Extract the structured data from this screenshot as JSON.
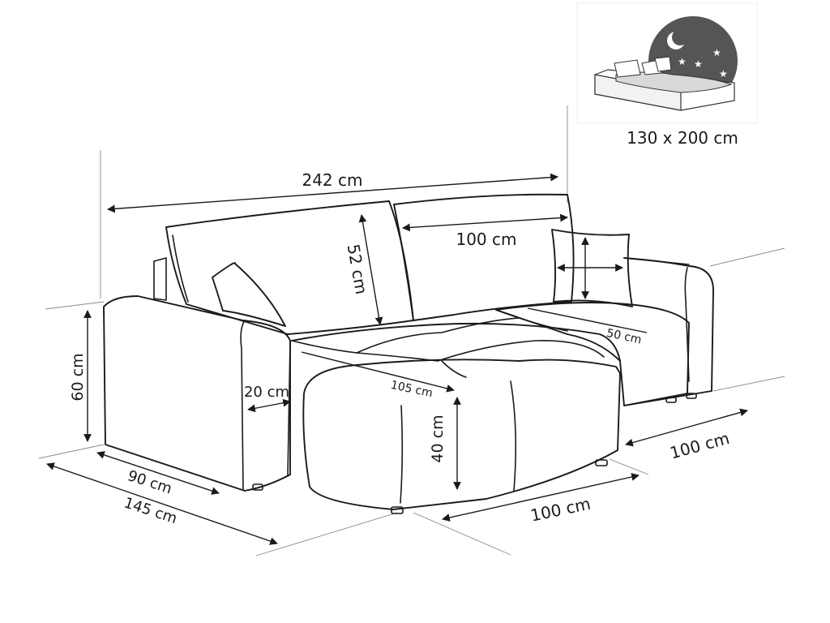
{
  "bed_info": {
    "label": "130 x 200 cm"
  },
  "dimensions": {
    "total_width": "242 cm",
    "back_width": "100 cm",
    "back_height": "52 cm",
    "seat_depth_small": "50 cm",
    "height": "60 cm",
    "armrest_width": "20 cm",
    "chaise_length": "105 cm",
    "seat_height": "40 cm",
    "depth": "90 cm",
    "chaise_depth": "145 cm",
    "chaise_width": "100 cm",
    "sofa_depth": "100 cm"
  },
  "colors": {
    "line": "#1a1a1a",
    "guide": "#8a8a8a",
    "badge": "#555555",
    "bed_fill": "#d9d9d9"
  },
  "icons": {
    "moon": "moon-icon",
    "stars": "star-icon"
  }
}
